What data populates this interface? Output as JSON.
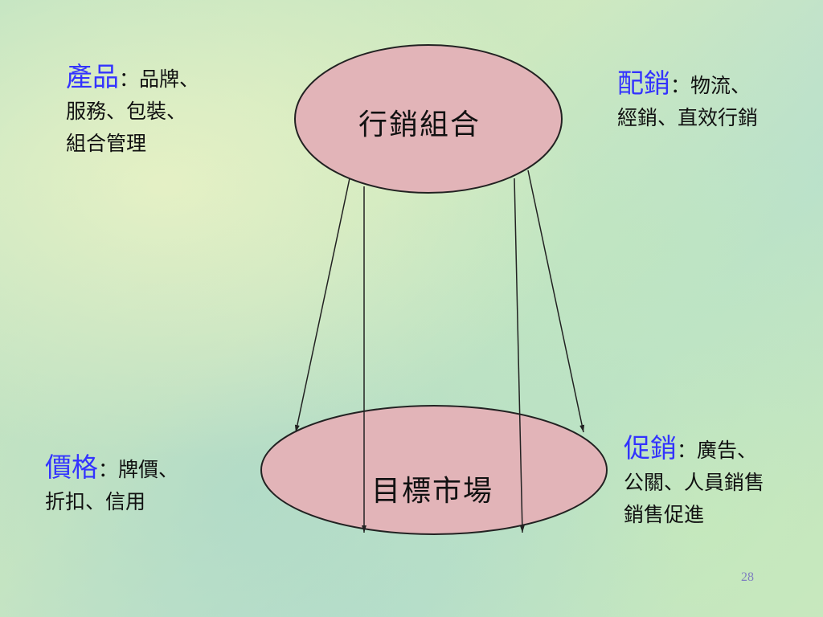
{
  "top_node": {
    "label": "行銷組合"
  },
  "bottom_node": {
    "label": "目標市場"
  },
  "product": {
    "title": "產品",
    "colon": "：",
    "line1": "品牌、",
    "line2": "服務、包裝、",
    "line3": "組合管理"
  },
  "place": {
    "title": "配銷",
    "colon": "：",
    "line1": "物流、",
    "line2": "經銷、直效行銷"
  },
  "price": {
    "title": "價格",
    "colon": "：",
    "line1": "牌價、",
    "line2": "折扣、信用"
  },
  "promotion": {
    "title": "促銷",
    "colon": "：",
    "line1": "廣告、",
    "line2": "公關、人員銷售",
    "line3": "銷售促進"
  },
  "page_number": "28",
  "colors": {
    "heading": "#3333ff",
    "ellipse_fill": "#e2b4b8",
    "ellipse_stroke": "#222222"
  }
}
